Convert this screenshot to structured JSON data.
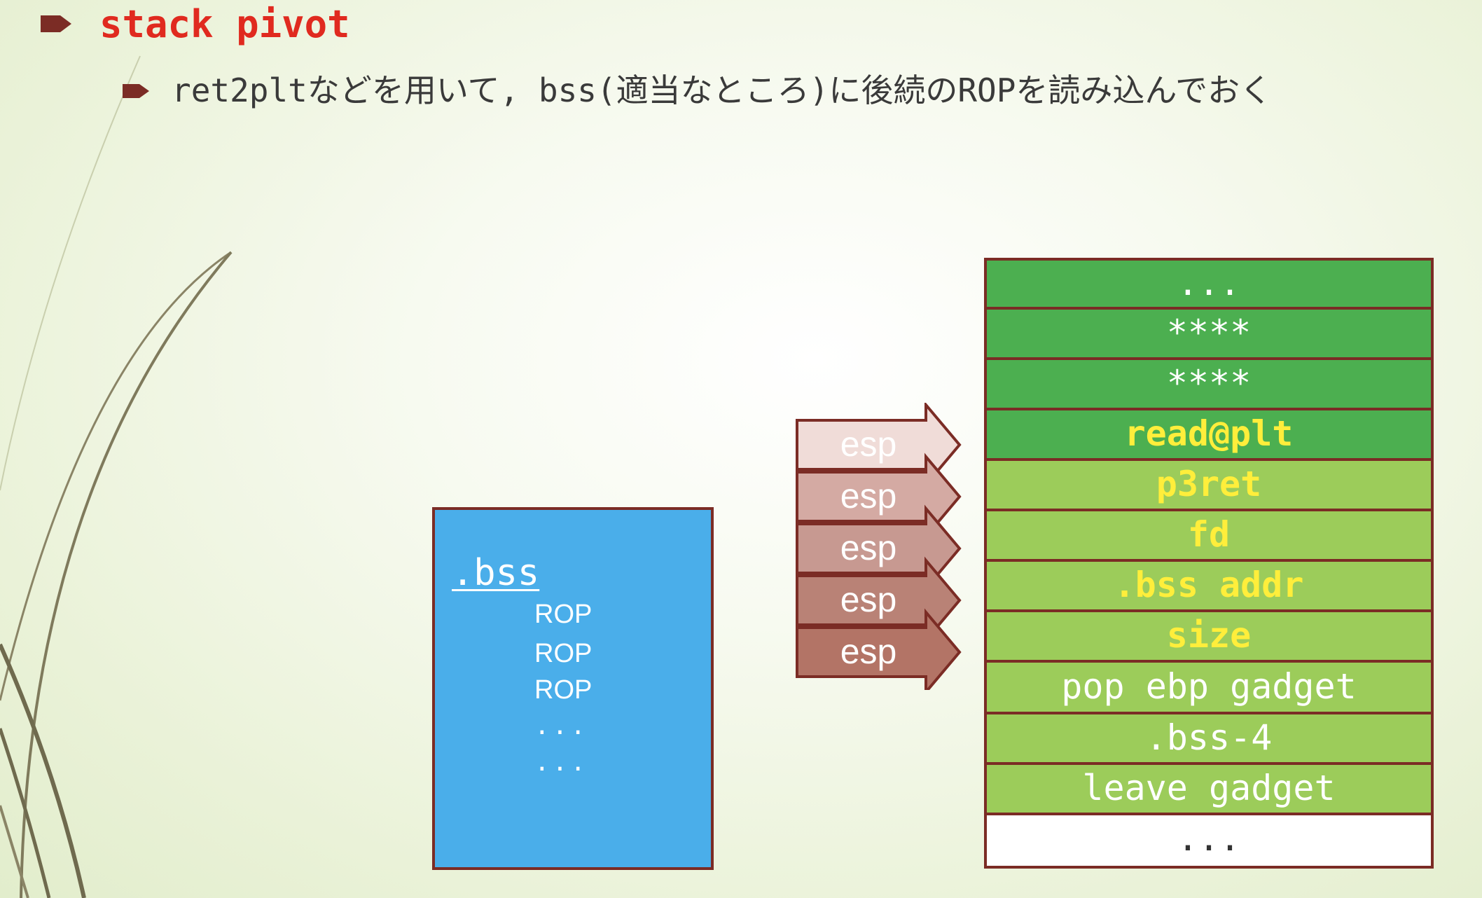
{
  "title": "stack pivot",
  "subtitle": "ret2pltなどを用いて, bss(適当なところ)に後続のROPを読み込んでおく",
  "bss": {
    "label": ".bss",
    "lines": [
      "ROP",
      "ROP",
      "ROP"
    ],
    "dots": [
      "...",
      "..."
    ]
  },
  "esp": {
    "label": "esp",
    "count": 5
  },
  "stack": {
    "cells": [
      {
        "text": "...",
        "bg": "#4caf50",
        "color": "#ffffff"
      },
      {
        "text": "****",
        "bg": "#4caf50",
        "color": "#ffffff"
      },
      {
        "text": "****",
        "bg": "#4caf50",
        "color": "#ffffff"
      },
      {
        "text": "read@plt",
        "bg": "#4caf50",
        "color": "#ffee3b"
      },
      {
        "text": "p3ret",
        "bg": "#9ccc5a",
        "color": "#ffee3b"
      },
      {
        "text": "fd",
        "bg": "#9ccc5a",
        "color": "#ffee3b"
      },
      {
        "text": ".bss addr",
        "bg": "#9ccc5a",
        "color": "#ffee3b"
      },
      {
        "text": "size",
        "bg": "#9ccc5a",
        "color": "#ffee3b"
      },
      {
        "text": "pop ebp gadget",
        "bg": "#9ccc5a",
        "color": "#ffffff"
      },
      {
        "text": ".bss-4",
        "bg": "#9ccc5a",
        "color": "#ffffff"
      },
      {
        "text": "leave gadget",
        "bg": "#9ccc5a",
        "color": "#ffffff"
      },
      {
        "text": "...",
        "bg": "#ffffff",
        "color": "#333333"
      }
    ]
  },
  "colors": {
    "title": "#e02a1f",
    "arrow_border": "#7b2c25",
    "bss_fill": "#4aaeea"
  }
}
